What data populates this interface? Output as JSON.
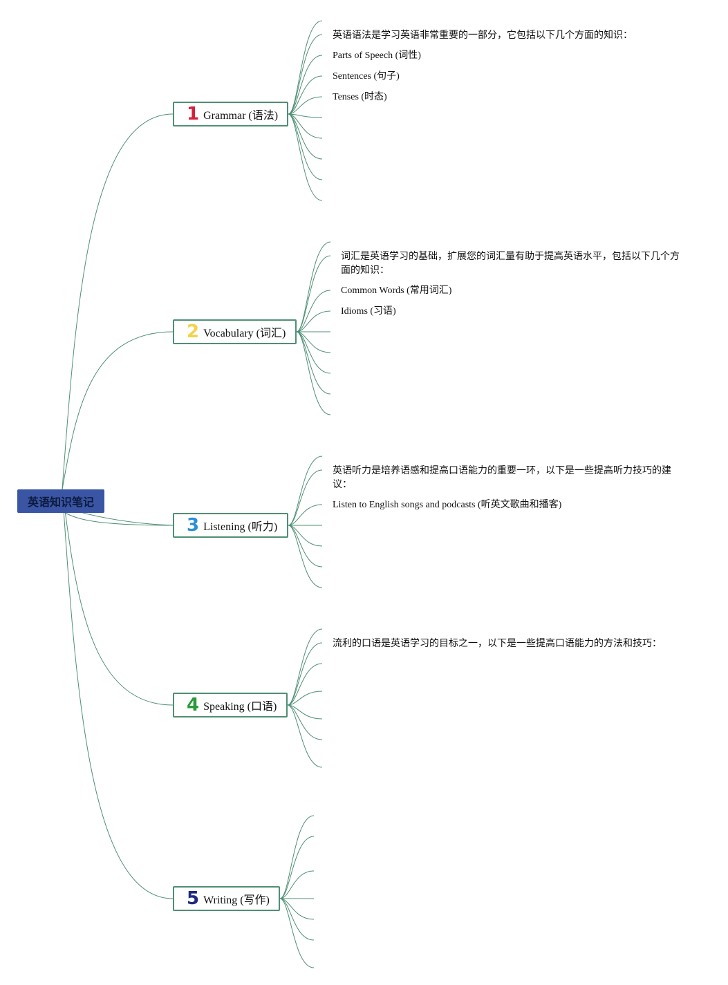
{
  "root": {
    "label": "英语知识笔记"
  },
  "branches": [
    {
      "num": "1",
      "num_color": "#d4203a",
      "label": "Grammar (语法)",
      "leaves": [
        "英语语法是学习英语非常重要的一部分，它包括以下几个方面的知识：",
        "Parts of Speech (词性)",
        "Sentences (句子)",
        "Tenses (时态)"
      ]
    },
    {
      "num": "2",
      "num_color": "#f2d34a",
      "label": "Vocabulary (词汇)",
      "leaves": [
        "词汇是英语学习的基础，扩展您的词汇量有助于提高英语水平，包括以下几个方面的知识：",
        "Common Words (常用词汇)",
        "Idioms (习语)"
      ]
    },
    {
      "num": "3",
      "num_color": "#2a8fd8",
      "label": "Listening (听力)",
      "leaves": [
        "英语听力是培养语感和提高口语能力的重要一环，以下是一些提高听力技巧的建议：",
        "Listen to English songs and podcasts (听英文歌曲和播客)"
      ]
    },
    {
      "num": "4",
      "num_color": "#2a9a3a",
      "label": "Speaking (口语)",
      "leaves": [
        "流利的口语是英语学习的目标之一，以下是一些提高口语能力的方法和技巧："
      ]
    },
    {
      "num": "5",
      "num_color": "#1d2a80",
      "label": "Writing (写作)",
      "leaves": []
    }
  ],
  "colors": {
    "line": "#4e8f73",
    "root_fill": "#3a55a4"
  }
}
